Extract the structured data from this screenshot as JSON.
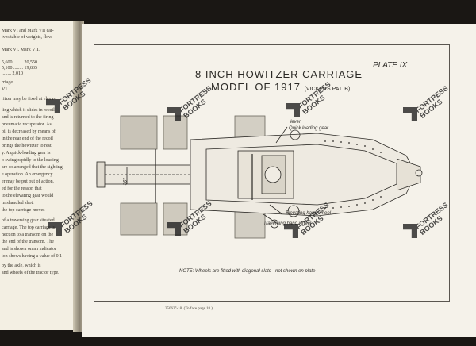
{
  "left_page": {
    "lines": [
      "Mark VI and Mark VII car-",
      "ives table of weights, flow",
      "Mark VI.      Mark VII.",
      "5,600 ........   20,550",
      "5,100 ........   19,835",
      "        ........   2,010",
      "rriage.",
      "V1",
      "ritzer may be fixed at eleva-",
      "ling which it slides in recoil",
      "and is returned to the firing",
      "pneumatic recuperator. As",
      "oil is decreased by means of",
      "in the rear end of the recoil",
      "brings the howitzer to rest",
      "y. A quick-loading gear is",
      "o swing rapidly to the loading",
      "are so arranged that the sighting",
      "e operation. An emergency",
      "er may be put out of action,",
      "ed for the reason that",
      "to the elevating gear would",
      "mishandled shot.",
      "the top carriage moves",
      "of a traversing gear situated",
      "carriage. The top carriage is",
      "nection to a transom on the",
      "the end of the transom. The",
      "and is shown on an indicator",
      "ion shows having a value of 0.1",
      "by the axle, which is",
      "and wheels of the tractor type."
    ]
  },
  "plate": {
    "title_line1": "8 INCH HOWITZER CARRIAGE",
    "title_line2": "MODEL OF 1917",
    "title_subtitle": "(VICKERS PAT. B)",
    "plate_label": "PLATE IX",
    "note": "NOTE: Wheels are fitted with diagonal slats - not shown on plate",
    "labels": {
      "lever": "lever",
      "quick_loading": "Quick loading gear",
      "elevating_hand_wheel": "Elevating hand wheel",
      "traversing_hand_wheel": "Traversing hand wheel",
      "dimension": "36\""
    }
  },
  "footer": {
    "printer_line": "25062°-18.   (To face page 18.)"
  },
  "watermark": {
    "text_line1": "FORTRESS",
    "text_line2": "BOOKS"
  },
  "colors": {
    "background": "#1a1714",
    "page": "#f5f2ea",
    "ink": "#2b2925",
    "watermark": "#1d1d1d"
  }
}
